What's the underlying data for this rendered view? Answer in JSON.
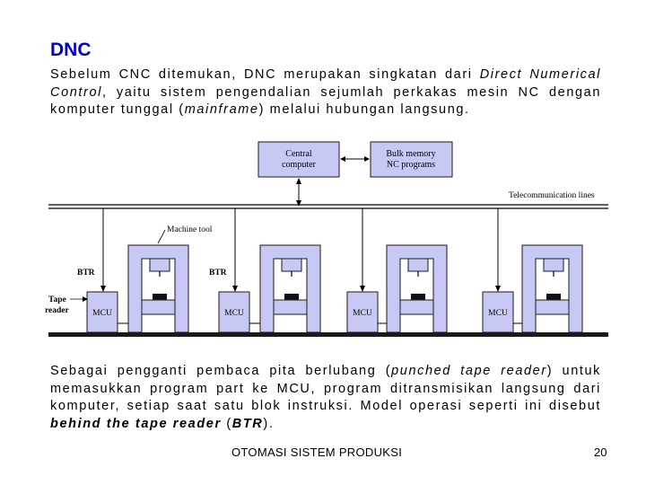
{
  "slide": {
    "title": "DNC",
    "para1": {
      "t1": "Sebelum CNC ditemukan, DNC merupakan singkatan dari ",
      "i1": "Direct Numerical Control",
      "t2": ", yaitu sistem pengendalian sejumlah perkakas mesin NC dengan komputer tunggal (",
      "i2": "mainframe",
      "t3": ") melalui hubungan langsung."
    },
    "para2": {
      "t1": "Sebagai pengganti pembaca pita berlubang (",
      "i1": "punched tape reader",
      "t2": ") untuk memasukkan program part ke MCU, program ditransmisikan langsung dari komputer, setiap saat satu blok instruksi. Model operasi seperti ini disebut ",
      "i2": "behind the tape reader",
      "t3": " (",
      "i3": "BTR",
      "t4": ")."
    },
    "footer": "OTOMASI SISTEM PRODUKSI",
    "page_number": "20"
  },
  "diagram": {
    "central_computer": [
      "Central",
      "computer"
    ],
    "bulk_memory": [
      "Bulk memory",
      "NC programs"
    ],
    "telecom_lines": "Telecommunication lines",
    "machine_tool": "Machine tool",
    "btr_left": "BTR",
    "btr_right": "BTR",
    "tape_reader": [
      "Tape",
      "reader"
    ],
    "mcu": [
      "MCU",
      "MCU",
      "MCU",
      "MCU"
    ],
    "box_fill": "#c8c8f4",
    "box_stroke": "#1a1a1a"
  }
}
